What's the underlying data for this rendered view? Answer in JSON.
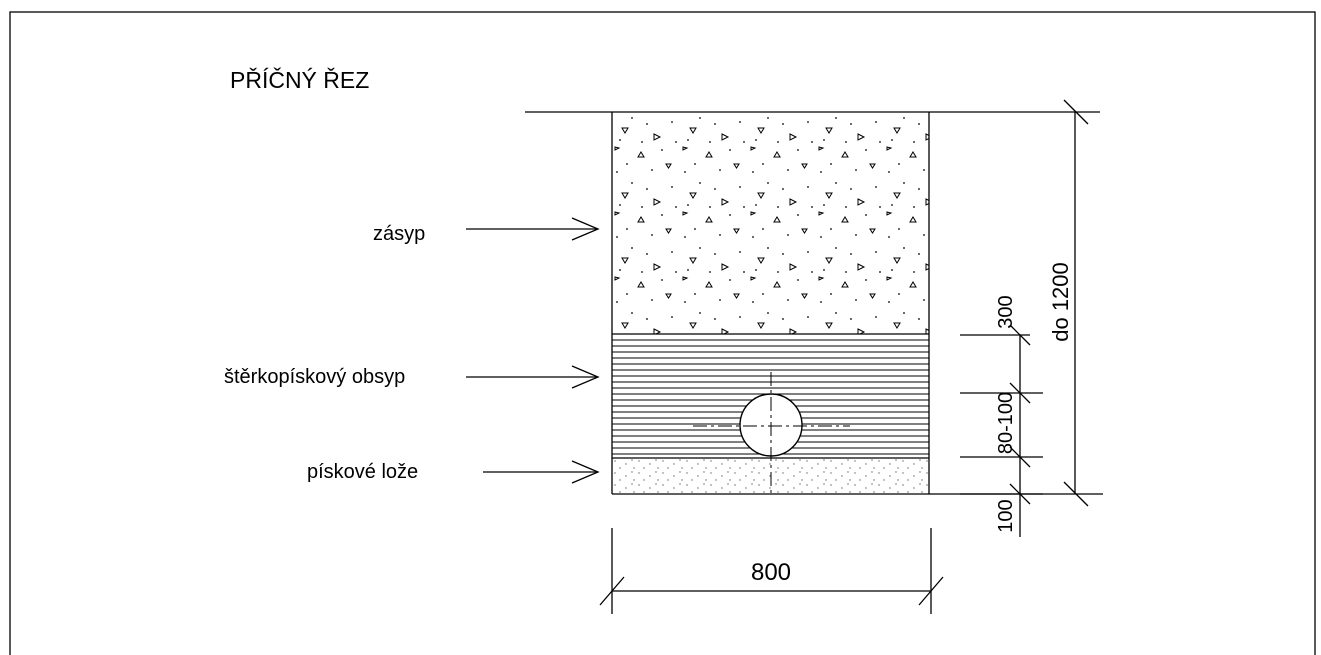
{
  "title": "PŘÍČNÝ ŘEZ",
  "labels": {
    "backfill": "zásyp",
    "gravel_sand": "štěrkopískový obsyp",
    "sand_bed": "pískové lože"
  },
  "dimensions": {
    "width": "800",
    "total_depth": "do 1200",
    "cover": "300",
    "above_pipe": "80-100",
    "pipe_zone": "100"
  }
}
